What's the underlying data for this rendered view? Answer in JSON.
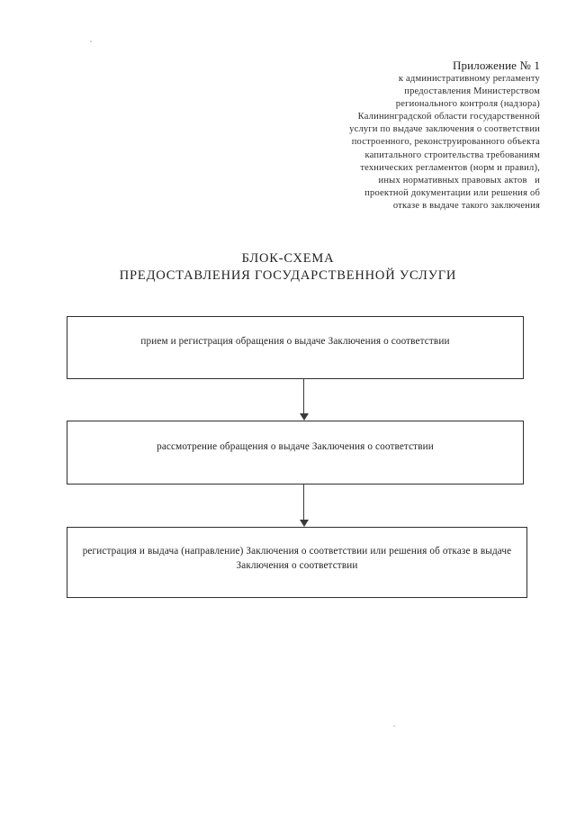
{
  "document": {
    "language": "ru",
    "page_background": "#ffffff",
    "ink_color": "#232323",
    "border_color": "#2e2e2e"
  },
  "header": {
    "lines": [
      "Приложение № 1",
      "к административному регламенту",
      "предоставления Министерством",
      "регионального контроля (надзора)",
      "Калининградской области государственной",
      "услуги по выдаче заключения о соответствии",
      "построенного, реконструированного объекта",
      "капитального строительства требованиям",
      "технических регламентов (норм и правил),",
      "иных нормативных правовых актов   и",
      "проектной документации или решения об",
      "отказе в выдаче такого заключения"
    ]
  },
  "title": {
    "line1": "БЛОК-СХЕМА",
    "line2": "ПРЕДОСТАВЛЕНИЯ ГОСУДАРСТВЕННОЙ УСЛУГИ"
  },
  "flowchart": {
    "type": "vertical-linear-flowchart",
    "steps": [
      {
        "id": "intake",
        "order": 1,
        "text": "прием и регистрация обращения о выдаче Заключения о соответствии"
      },
      {
        "id": "review",
        "order": 2,
        "text": "рассмотрение обращения о выдаче Заключения о соответствии"
      },
      {
        "id": "issuance",
        "order": 3,
        "line1": "регистрация и выдача (направление) Заключения о соответствии или решения об отказе",
        "line2": "в выдаче Заключения о соответствии"
      }
    ],
    "connectors": [
      {
        "id": "intake-to-review",
        "from": "intake",
        "to": "review",
        "direction": "down"
      },
      {
        "id": "review-to-issuance",
        "from": "review",
        "to": "issuance",
        "direction": "down"
      }
    ]
  }
}
